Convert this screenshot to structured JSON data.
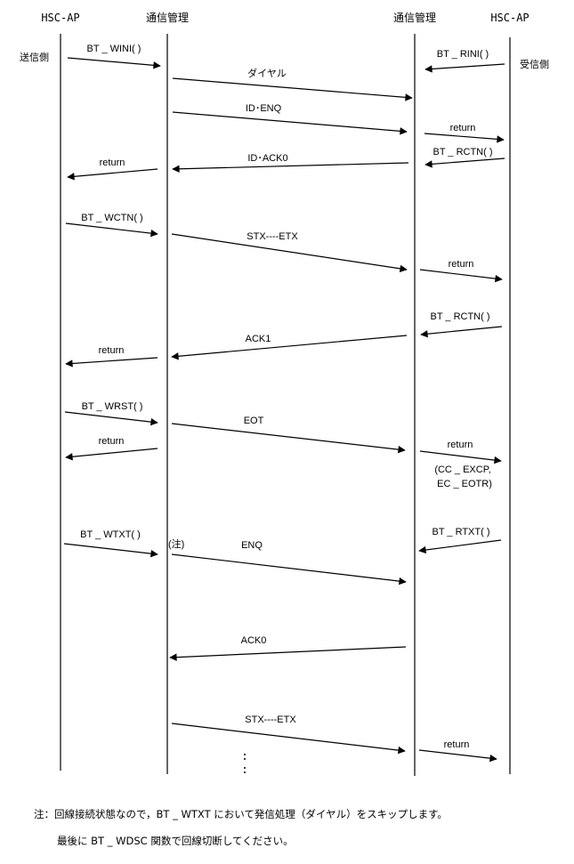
{
  "headers": {
    "left_ap": "HSC-AP",
    "left_comm": "通信管理",
    "right_comm": "通信管理",
    "right_ap": "HSC-AP"
  },
  "sides": {
    "sender": "送信側",
    "receiver": "受信側"
  },
  "messages": [
    {
      "label": "BT _ WINI( )"
    },
    {
      "label": "BT _ RINI( )"
    },
    {
      "label": "ダイヤル"
    },
    {
      "label": "ID･ENQ"
    },
    {
      "label": "return"
    },
    {
      "label": "BT _ RCTN( )"
    },
    {
      "label": "ID･ACK0"
    },
    {
      "label": "return"
    },
    {
      "label": "BT _ WCTN( )"
    },
    {
      "label": "STX----ETX"
    },
    {
      "label": "return"
    },
    {
      "label": "BT _ RCTN( )"
    },
    {
      "label": "ACK1"
    },
    {
      "label": "return"
    },
    {
      "label": "BT _ WRST( )"
    },
    {
      "label": "EOT"
    },
    {
      "label": "return"
    },
    {
      "label": "return"
    },
    {
      "label": "BT _ WTXT( )"
    },
    {
      "label": "ENQ"
    },
    {
      "label": "BT _ RTXT( )"
    },
    {
      "label": "ACK0"
    },
    {
      "label": "STX----ETX"
    },
    {
      "label": "return"
    }
  ],
  "annotations": {
    "note_mark": "(注)",
    "cc_excp": "(CC _ EXCP,",
    "ec_eotr": "EC _ EOTR)"
  },
  "footnote": {
    "line1": "注：回線接続状態なので，BT _ WTXT において発信処理（ダイヤル）をスキップします。",
    "line2": "最後に BT _ WDSC 関数で回線切断してください。"
  }
}
